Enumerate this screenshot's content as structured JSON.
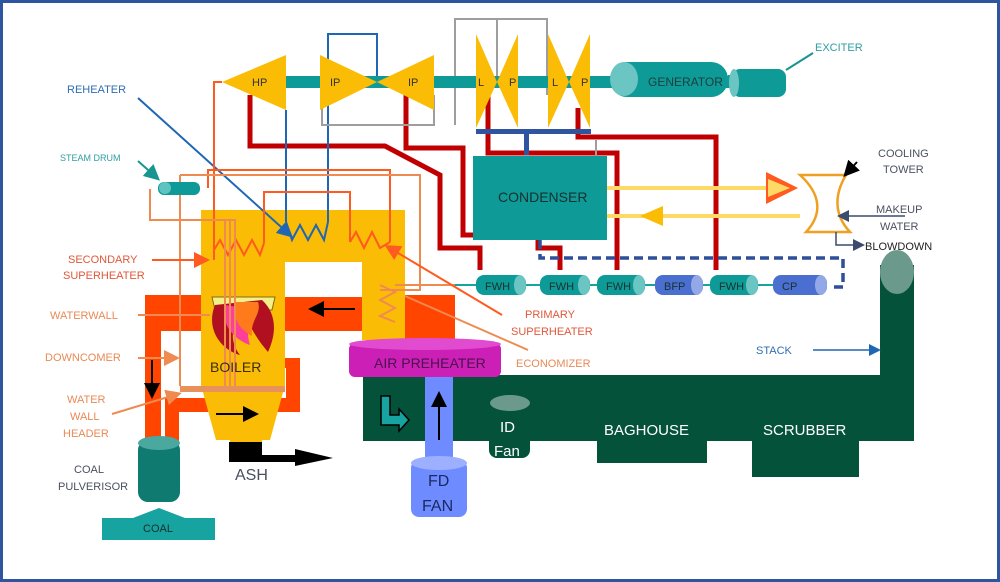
{
  "title": "Coal-Fired Power Plant Schematic",
  "colors": {
    "frame": "#2f55a0",
    "turbine": "#fbbc05",
    "shaft": "#0e9a96",
    "boiler": "#fbbc05",
    "flue_duct": "#ff4500",
    "main_steam": "#c00000",
    "reheat_steam": "#1f66b5",
    "gray_steam": "#9e9e9e",
    "condenser": "#0e9a96",
    "feedwater_dash": "#2f4f9a",
    "cooling_water": "#ffd966",
    "air_preheater": "#cc1fb5",
    "fd_fan": "#6e8cff",
    "flue_gas_dark": "#04523a",
    "coal": "#17a3a0",
    "ash": "#000000",
    "label_orange": "#e06b3c",
    "label_blue": "#2f6db5",
    "label_teal": "#2e9ea0",
    "label_gray": "#4a5060"
  },
  "turbines": [
    {
      "label": "HP"
    },
    {
      "label": "IP"
    },
    {
      "label": "IP"
    },
    {
      "label": "L"
    },
    {
      "label": "P"
    },
    {
      "label": "L"
    },
    {
      "label": "P"
    }
  ],
  "generator": {
    "label": "GENERATOR"
  },
  "exciter": {
    "label": "EXCITER"
  },
  "condenser": {
    "label": "CONDENSER"
  },
  "cooling_tower": {
    "label_line1": "COOLING",
    "label_line2": "TOWER"
  },
  "makeup_water": {
    "label_line1": "MAKEUP",
    "label_line2": "WATER"
  },
  "blowdown": {
    "label": "BLOWDOWN"
  },
  "feedwater_train": [
    {
      "label": "FWH",
      "kind": "heater"
    },
    {
      "label": "FWH",
      "kind": "heater"
    },
    {
      "label": "FWH",
      "kind": "heater"
    },
    {
      "label": "BFP",
      "kind": "pump"
    },
    {
      "label": "FWH",
      "kind": "heater"
    },
    {
      "label": "CP",
      "kind": "pump"
    }
  ],
  "left_labels": {
    "reheater": "REHEATER",
    "steam_drum": "STEAM DRUM",
    "secondary_superheater_1": "SECONDARY",
    "secondary_superheater_2": "SUPERHEATER",
    "waterwall": "WATERWALL",
    "downcomer": "DOWNCOMER",
    "water_wall_header_1": "WATER",
    "water_wall_header_2": "WALL",
    "water_wall_header_3": "HEADER",
    "coal_pulverisor_1": "COAL",
    "coal_pulverisor_2": "PULVERISOR"
  },
  "right_labels": {
    "primary_superheater_1": "PRIMARY",
    "primary_superheater_2": "SUPERHEATER",
    "economizer": "ECONOMIZER",
    "stack": "STACK"
  },
  "boiler": {
    "label": "BOILER"
  },
  "ash": {
    "label": "ASH"
  },
  "coal": {
    "label": "COAL"
  },
  "air_preheater": {
    "label": "AIR PREHEATER"
  },
  "fd_fan": {
    "label_line1": "FD",
    "label_line2": "FAN"
  },
  "id_fan": {
    "label_line1": "ID",
    "label_line2": "Fan"
  },
  "baghouse": {
    "label": "BAGHOUSE"
  },
  "scrubber": {
    "label": "SCRUBBER"
  }
}
